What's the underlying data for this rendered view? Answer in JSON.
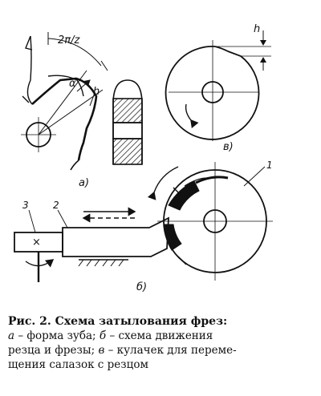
{
  "labels": {
    "pitch": "2π/z",
    "alpha": "α",
    "h_a": "h",
    "h_c": "h",
    "sub_a": "а)",
    "sub_b": "б)",
    "sub_c": "в)",
    "num_1": "1",
    "num_2": "2",
    "num_3": "3",
    "cross": "×"
  },
  "caption": {
    "title": "Рис. 2. Схема затылования фрез:",
    "line1_a": "а",
    "line1_a_text": " – форма зуба; ",
    "line1_b": "б",
    "line1_b_text": " – схема движения",
    "line2": "резца и фрезы; ",
    "line2_c": "в",
    "line2_c_text": " – кулачек для переме-",
    "line3": "щения салазок с резцом"
  },
  "colors": {
    "ink": "#111111",
    "paper": "#ffffff"
  }
}
